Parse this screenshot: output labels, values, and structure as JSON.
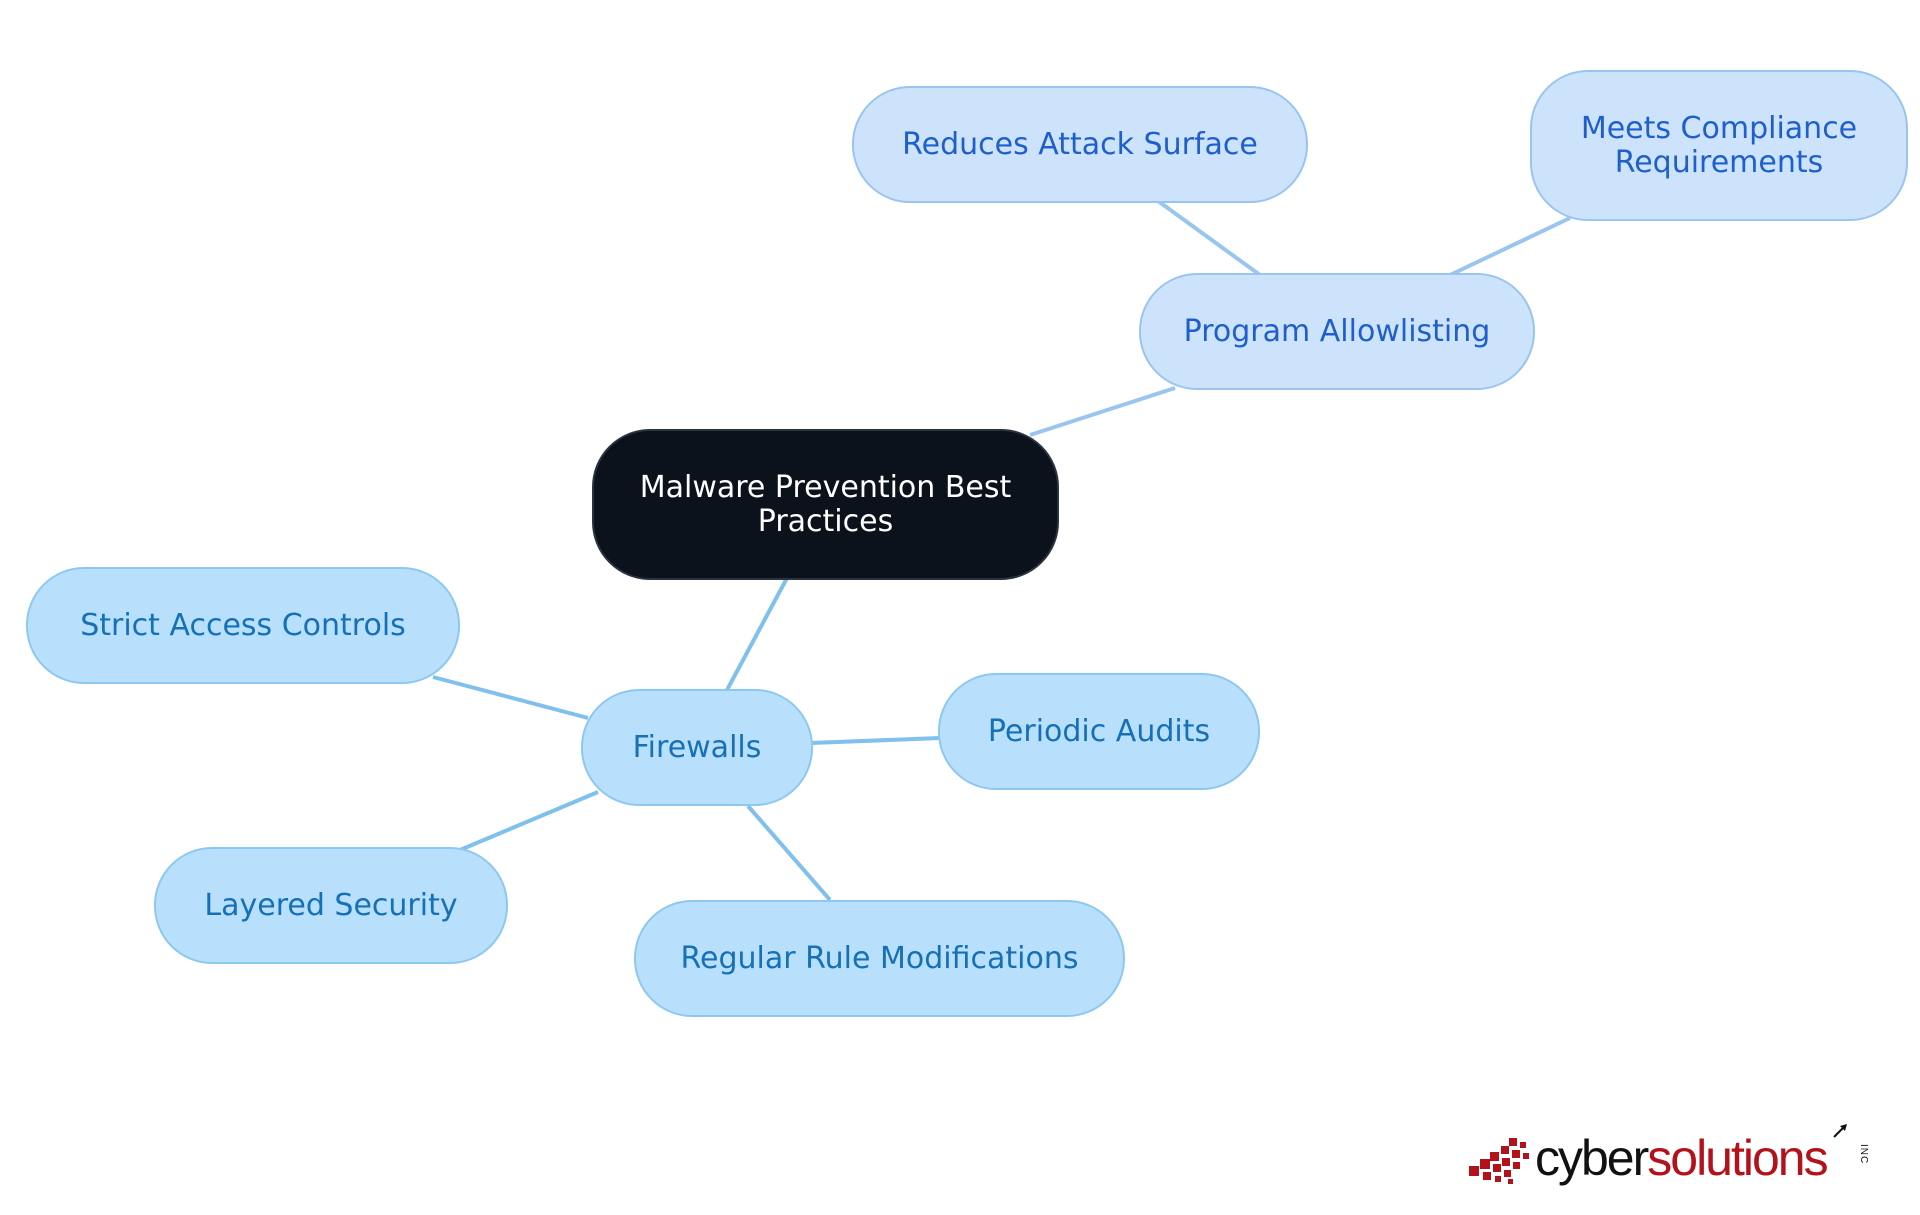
{
  "diagram": {
    "root": {
      "label": "Malware Prevention Best Practices"
    },
    "branches": [
      {
        "label": "Program Allowlisting",
        "children": [
          "Reduces Attack Surface",
          "Meets Compliance Requirements"
        ]
      },
      {
        "label": "Firewalls",
        "children": [
          "Strict Access Controls",
          "Periodic Audits",
          "Layered Security",
          "Regular Rule Modifications"
        ]
      }
    ]
  },
  "logo": {
    "part1": "cyber",
    "part2": "solutions",
    "suffix": "INC"
  },
  "colors": {
    "root_fill": "#0c121b",
    "branch_a_fill": "#cce3fb",
    "branch_a_text": "#1f5fcc",
    "branch_b_fill": "#b8e0fc",
    "branch_b_text": "#1670b8",
    "edge_a": "#99c5ef",
    "edge_b": "#7fc0ec",
    "logo_red": "#b3121b"
  }
}
